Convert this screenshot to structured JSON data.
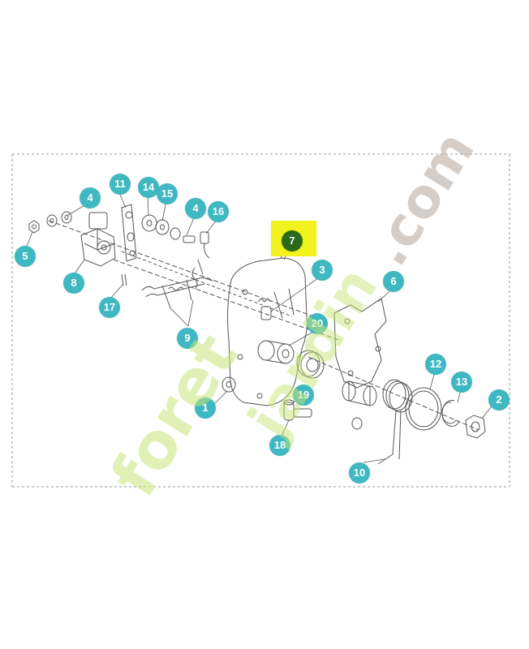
{
  "colors": {
    "callout": "#3fb8c1",
    "callout_selected": "#2a6a1a",
    "highlight": "#f2f21e",
    "line": "#555555",
    "frame": "#9a9a9a",
    "watermark_green": "#d9ef9a",
    "watermark_orange": "#f7d19a",
    "watermark_grey": "#cfcbc6"
  },
  "callouts": [
    {
      "id": "1",
      "label": "1"
    },
    {
      "id": "2",
      "label": "2"
    },
    {
      "id": "3",
      "label": "3"
    },
    {
      "id": "4a",
      "label": "4"
    },
    {
      "id": "4b",
      "label": "4"
    },
    {
      "id": "5",
      "label": "5"
    },
    {
      "id": "6",
      "label": "6"
    },
    {
      "id": "7",
      "label": "7",
      "selected": true
    },
    {
      "id": "8",
      "label": "8"
    },
    {
      "id": "9",
      "label": "9"
    },
    {
      "id": "10",
      "label": "10"
    },
    {
      "id": "11",
      "label": "11"
    },
    {
      "id": "12",
      "label": "12"
    },
    {
      "id": "13",
      "label": "13"
    },
    {
      "id": "14",
      "label": "14"
    },
    {
      "id": "15",
      "label": "15"
    },
    {
      "id": "16",
      "label": "16"
    },
    {
      "id": "17",
      "label": "17"
    },
    {
      "id": "18",
      "label": "18"
    },
    {
      "id": "19",
      "label": "19"
    },
    {
      "id": "20",
      "label": "20"
    }
  ],
  "watermark": {
    "part1": "foret",
    "part2": "jardin",
    "part3": ".com"
  }
}
